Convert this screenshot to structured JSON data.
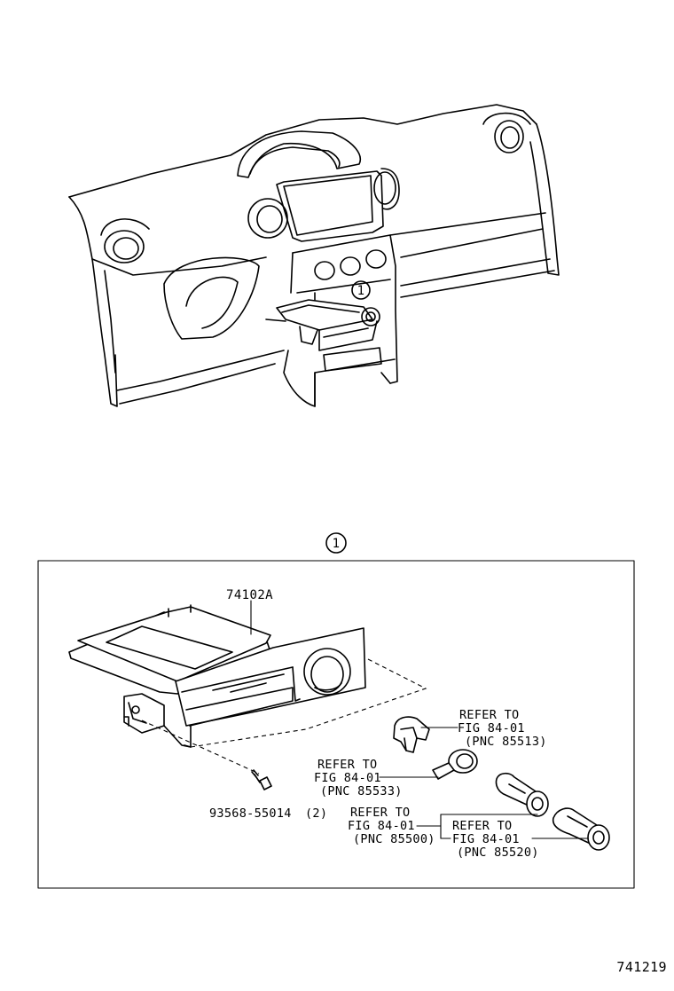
{
  "callout": {
    "index_number": "1"
  },
  "parts": {
    "main_part_number": "74102A",
    "screw_part_number": "93568-55014",
    "screw_quantity": "(2)"
  },
  "references": [
    {
      "line1": "REFER TO",
      "line2": "FIG 84-01",
      "line3": "(PNC 85513)"
    },
    {
      "line1": "REFER TO",
      "line2": "FIG 84-01",
      "line3": "(PNC 85533)"
    },
    {
      "line1": "REFER TO",
      "line2": "FIG 84-01",
      "line3": "(PNC 85500)"
    },
    {
      "line1": "REFER TO",
      "line2": "FIG 84-01",
      "line3": "(PNC 85520)"
    }
  ],
  "figure_number": "741219"
}
